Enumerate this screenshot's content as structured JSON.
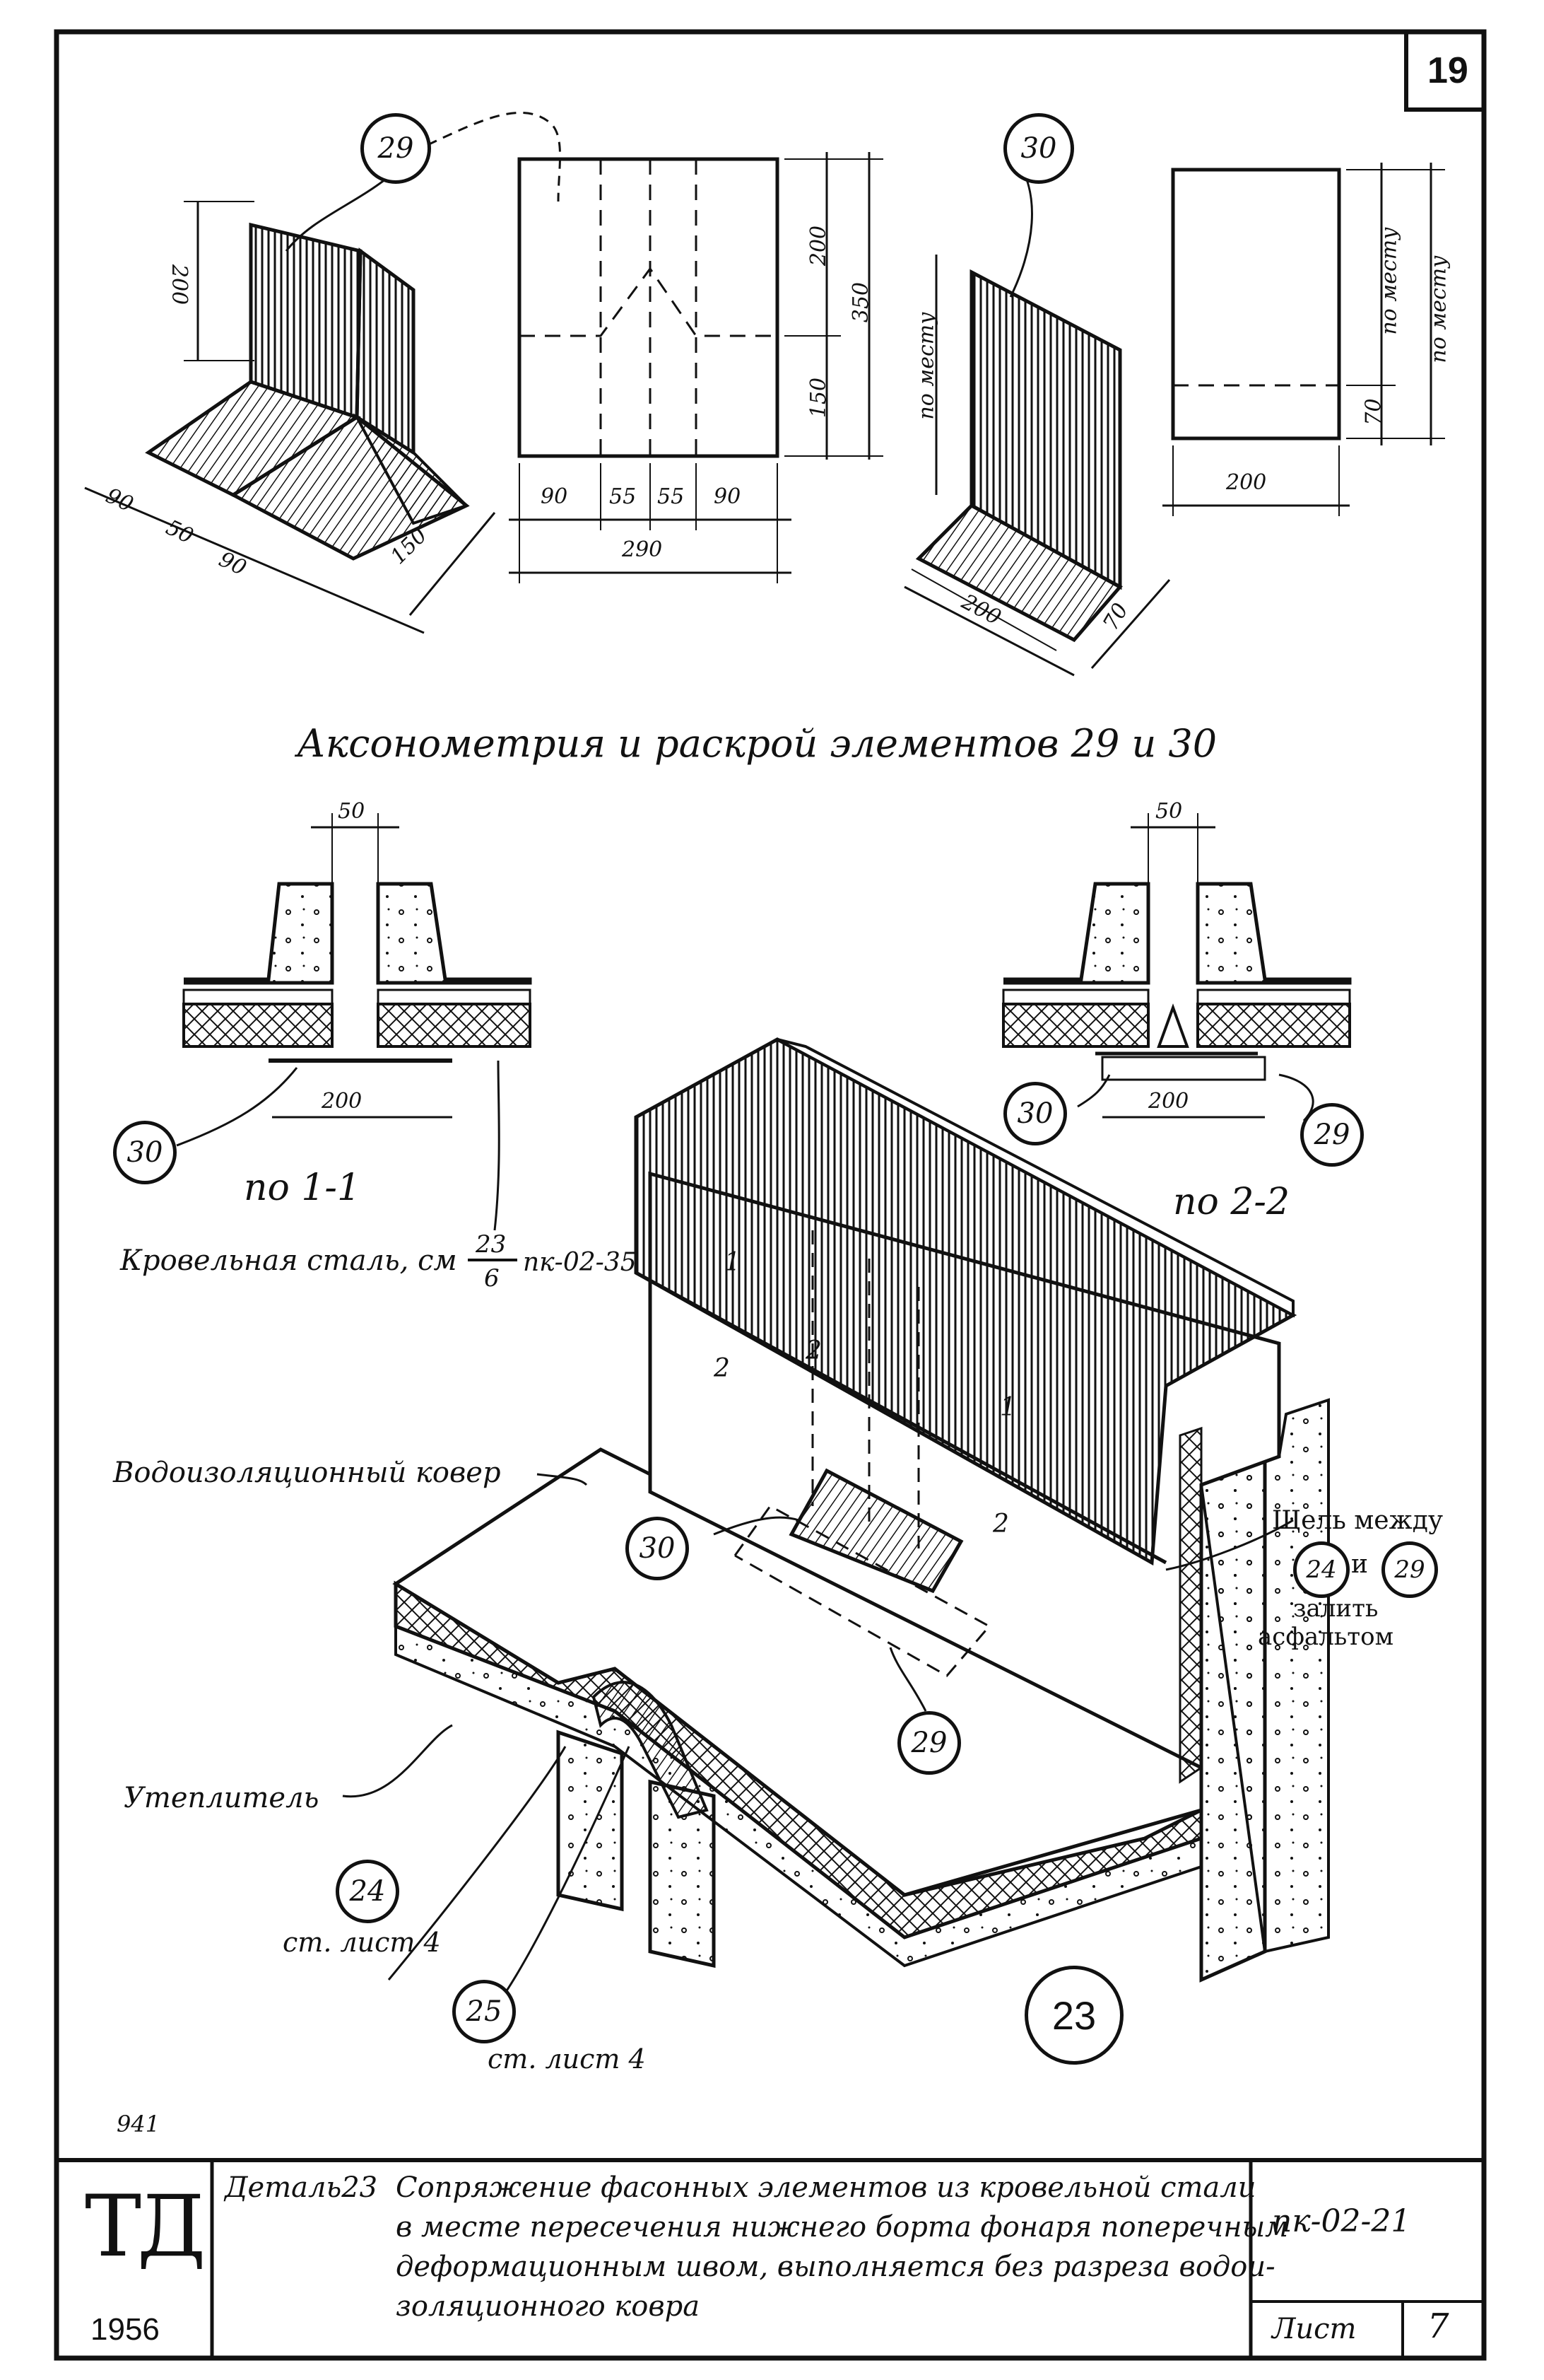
{
  "sheet": {
    "number": "19",
    "ink_color": "#111111",
    "paper_color": "#ffffff"
  },
  "top": {
    "caption": "Аксонометрия и раскрой элементов 29 и 30",
    "el29": {
      "tag": "29",
      "axo_dims": [
        "200",
        "90",
        "50",
        "90",
        "150"
      ],
      "cut_dims": {
        "h_top": "200",
        "h_bottom": "150",
        "h_total": "350",
        "w": [
          "90",
          "55",
          "55",
          "90"
        ],
        "w_total": "290"
      }
    },
    "el30": {
      "tag": "30",
      "axo_dims": {
        "height": "по месту",
        "w": "200",
        "d": "70"
      },
      "cut_dims": {
        "h_top": "по месту",
        "h_total": "по месту",
        "h_bottom": "70",
        "w": "200"
      }
    }
  },
  "sections": {
    "s1": {
      "label": "по 1-1",
      "gap": "50",
      "strip": "200",
      "tag": "30"
    },
    "s2": {
      "label": "по 2-2",
      "gap": "50",
      "strip": "200",
      "tags": [
        "30",
        "29"
      ]
    }
  },
  "main": {
    "roof_steel_prefix": "Кровельная сталь, см",
    "roof_steel_num": "23",
    "roof_steel_den": "6",
    "roof_steel_ref": "пк-02-35",
    "waterproof": "Водоизоляционный ковер",
    "insulation": "Утеплитель",
    "gap_note_1": "Щель между",
    "gap_note_and": "и",
    "gap_note_2": "залить",
    "gap_note_3": "асфальтом",
    "tags": {
      "t24": "24",
      "t29": "29",
      "t30": "30",
      "t29b": "29",
      "t24b": "24",
      "t25": "25",
      "detail": "23"
    },
    "sheet_ref_24": "ст. лист 4",
    "sheet_ref_25": "ст. лист 4",
    "section_marks": {
      "a": "1",
      "b": "1",
      "c": "2",
      "d": "2",
      "e": "2"
    }
  },
  "titleblock": {
    "stamp_code": "941",
    "logo": "ТД",
    "year": "1956",
    "detail_label": "Деталь23",
    "description": [
      "Сопряжение фасонных элементов из кровельной стали",
      "в месте пересечения нижнего борта фонаря поперечным",
      "деформационным швом, выполняется без разреза водои-",
      "золяционного ковра"
    ],
    "doc_code": "пк-02-21",
    "sheet_label": "Лист",
    "sheet_no": "7"
  }
}
